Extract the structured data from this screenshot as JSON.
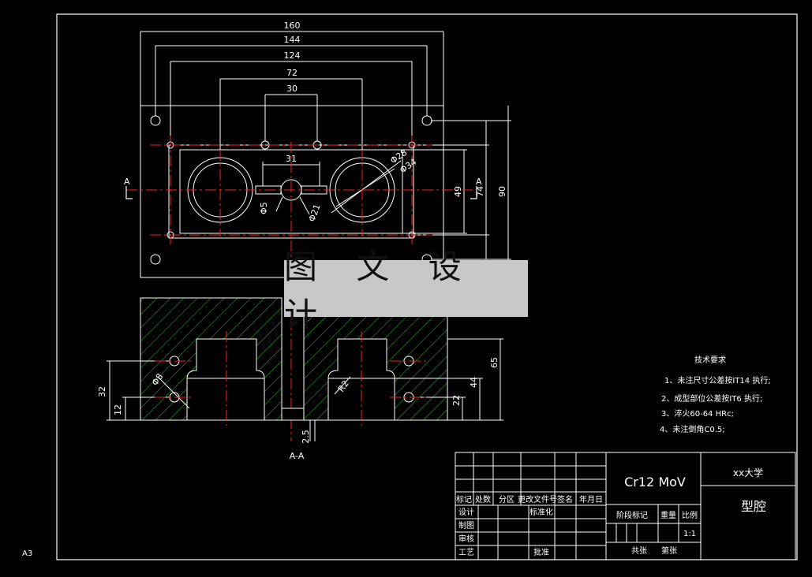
{
  "drawing": {
    "sheet_size": "A3",
    "watermark": "图 文 设 计",
    "colors": {
      "background": "#000000",
      "line": "#ffffff",
      "center": "#ff2020",
      "hatch": "#2fbf2f"
    }
  },
  "plan_view": {
    "dims_horizontal": [
      "160",
      "144",
      "124",
      "72",
      "30",
      "31"
    ],
    "dims_vertical": [
      "90",
      "74",
      "49"
    ],
    "diameters": [
      "Φ28",
      "Φ34",
      "Φ5",
      "Φ21"
    ],
    "section_marker_left": "A",
    "section_marker_right": "A"
  },
  "section_view": {
    "label": "A-A",
    "dims": [
      "65",
      "44",
      "22",
      "32",
      "12",
      "2.5"
    ],
    "diameters": [
      "Φ8"
    ],
    "radii": [
      "R2"
    ]
  },
  "tech_requirements": {
    "title": "技术要求",
    "items": [
      "1、未注尺寸公差按IT14 执行;",
      "2、成型部位公差按IT6 执行;",
      "3、淬火60-64 HRc;",
      "4、未注倒角C0.5;"
    ]
  },
  "title_block": {
    "material": "Cr12 MoV",
    "school": "xx大学",
    "part_name": "型腔",
    "row_labels": [
      "标记",
      "处数",
      "分区",
      "更改文件号",
      "签名",
      "年月日"
    ],
    "left_labels": [
      "设计",
      "制图",
      "审核",
      "工艺"
    ],
    "standardize": "标准化",
    "approve": "批准",
    "stage_mark": "阶段标记",
    "weight": "重量",
    "scale_label": "比例",
    "scale_value": "1:1",
    "total_sheets": "共张",
    "sheet_no": "第张"
  }
}
